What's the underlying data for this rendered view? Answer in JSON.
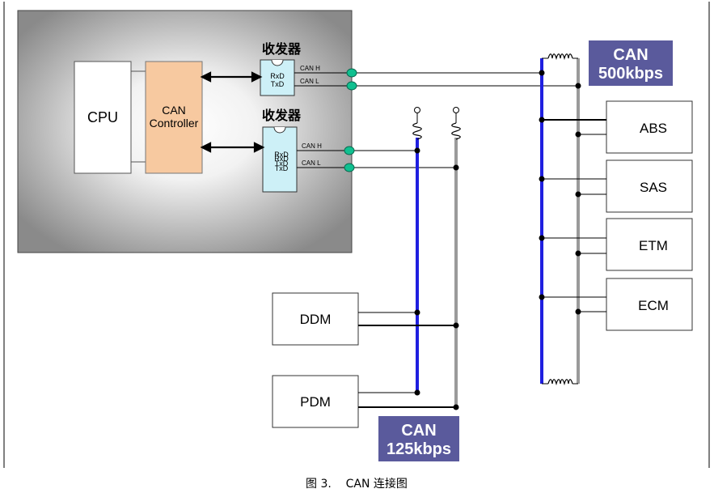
{
  "ecu": {
    "cpu": "CPU",
    "controller_line1": "CAN",
    "controller_line2": "Controller",
    "transceiver_title": "收发器",
    "rxd": "RxD",
    "txd": "TxD"
  },
  "bus_labels": {
    "can_h": "CAN H",
    "can_l": "CAN L"
  },
  "networks": {
    "fast_line1": "CAN",
    "fast_line2": "500kbps",
    "slow_line1": "CAN",
    "slow_line2": "125kbps"
  },
  "nodes": {
    "abs": "ABS",
    "sas": "SAS",
    "etm": "ETM",
    "ecm": "ECM",
    "ddm": "DDM",
    "pdm": "PDM"
  },
  "caption": "图 3.    CAN 连接图",
  "colors": {
    "can_high_wire": "#1f1fe0",
    "can_low_wire": "#9a9a9a",
    "controller_fill": "#f7c9a0",
    "transceiver_fill": "#cdf0f7",
    "network_label_bg": "#5a5a9c",
    "junction_green": "#10c090"
  }
}
